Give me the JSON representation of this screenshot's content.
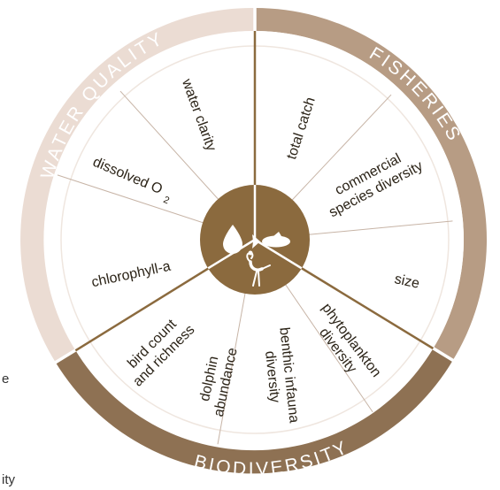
{
  "diagram": {
    "colors": {
      "band_light": "#ebdcd3",
      "band_dark": "#b79c84",
      "band_biodiversity": "#8e7153",
      "hub": "#8b6a3e",
      "divider": "#c7b4a6",
      "white": "#ffffff",
      "text": "#2c2418"
    },
    "sectors": [
      {
        "name": "WATER QUALITY",
        "band": "light"
      },
      {
        "name": "FISHERIES",
        "band": "dark"
      },
      {
        "name": "BIODIVERSITY",
        "band": "darkest"
      }
    ],
    "wedges": {
      "water_clarity": "water clarity",
      "dissolved_o2": "dissolved O",
      "dissolved_o2_sub": "2",
      "chlorophyll": "chlorophyll-a",
      "total_catch": "total catch",
      "commercial_1": "commercial",
      "commercial_2": "species diversity",
      "size": "size",
      "phyto_1": "phytoplankton",
      "phyto_2": "diversity",
      "benthic_1": "benthic infauna",
      "benthic_2": "diversity",
      "dolphin_1": "dolphin",
      "dolphin_2": "abundance",
      "bird_1": "bird count",
      "bird_2": "and richness"
    },
    "hub_icons": [
      "water-drop-icon",
      "fish-icon",
      "bird-icon"
    ]
  },
  "margin_fragments": [
    "e",
    "ity"
  ]
}
